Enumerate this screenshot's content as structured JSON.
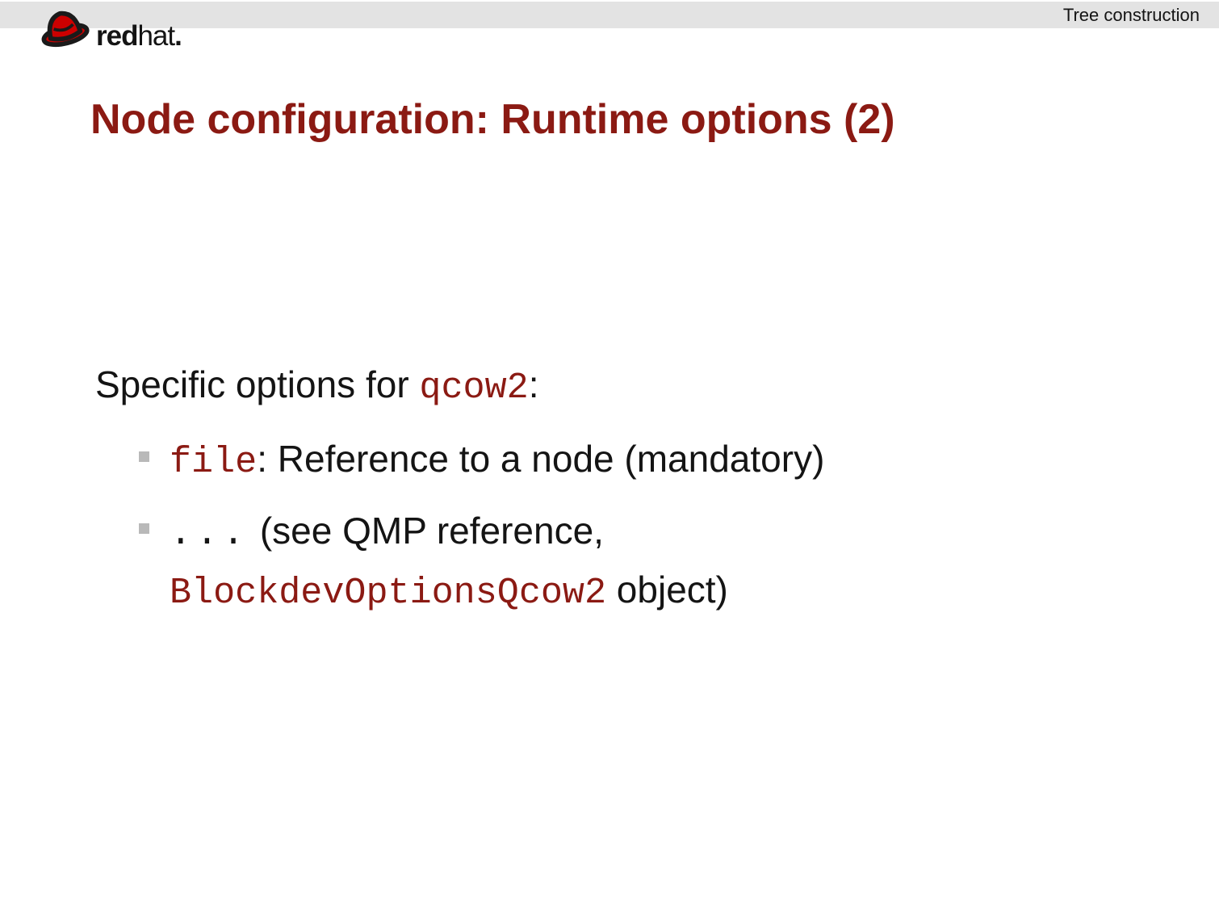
{
  "header": {
    "section_label": "Tree construction",
    "bar_color": "#e3e3e3"
  },
  "logo": {
    "brand_bold": "red",
    "brand_regular": "hat",
    "suffix": ".",
    "hat_color": "#cc0000",
    "outline_color": "#1a1a1a"
  },
  "title": {
    "text": "Node configuration: Runtime options (2)",
    "color": "#8b1a13"
  },
  "body": {
    "intro": {
      "prefix": "Specific options for ",
      "code": "qcow2",
      "suffix": ":"
    },
    "bullets": [
      {
        "code": "file",
        "rest": ": Reference to a node (mandatory)"
      },
      {
        "dots": "...",
        "rest1": "(see QMP reference,",
        "code": "BlockdevOptionsQcow2",
        "rest2": " object)"
      }
    ]
  },
  "colors": {
    "accent_red": "#8b1a13",
    "bullet_marker": "#b9b9b9",
    "text": "#141414"
  }
}
